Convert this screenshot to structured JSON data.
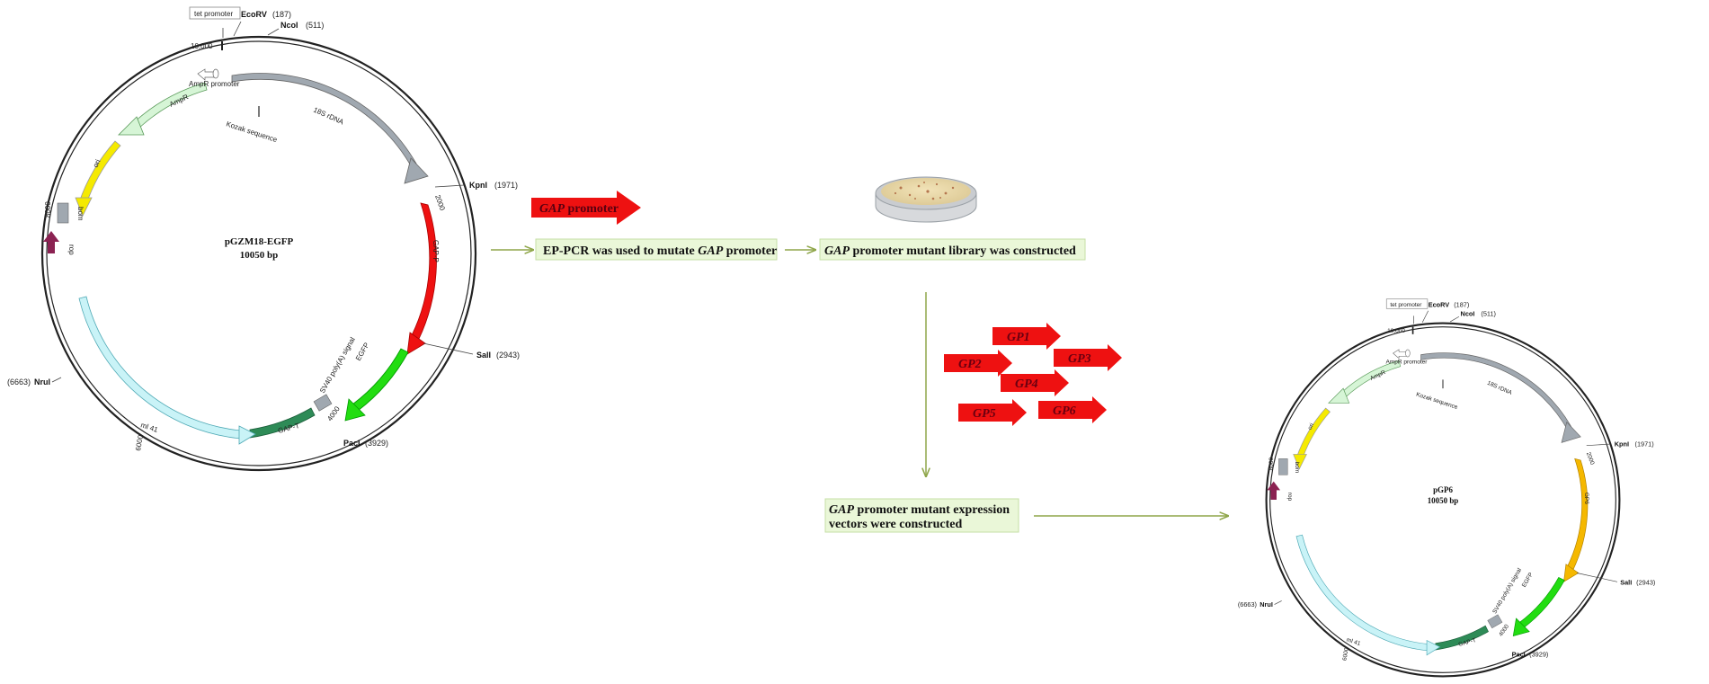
{
  "plasmid_1": {
    "name": "pGZM18-EGFP",
    "size": "10050 bp",
    "sites": {
      "ecorv": "EcoRV",
      "ecorv_pos": "(187)",
      "ncoi": "NcoI",
      "ncoi_pos": "(511)",
      "kpni": "KpnI",
      "kpni_pos": "(1971)",
      "sali": "SalI",
      "sali_pos": "(2943)",
      "paci": "PacI",
      "paci_pos": "(3929)",
      "nrui": "NruI",
      "nrui_pos": "(6663)"
    },
    "features": {
      "tet_promoter": "tet promoter",
      "tick_10000": "10,000",
      "ampr_promoter": "AmpR promoter",
      "ampr": "AmpR",
      "ori": "ori",
      "bom": "bom",
      "tick_8000": "8000",
      "rop": "rop",
      "kozak": "Kozak sequence",
      "rdna": "18S rDNA",
      "tick_2000": "2000",
      "promoter": "GAP-P",
      "egfp": "EGFP",
      "sv40": "SV40 poly(A) signal",
      "tick_4000": "4000",
      "gapt": "GAP-T",
      "tick_6000": "6000",
      "mi41": "ml 41"
    }
  },
  "plasmid_2": {
    "name": "pGP6",
    "size": "10050 bp",
    "sites": {
      "ecorv": "EcoRV",
      "ecorv_pos": "(187)",
      "ncoi": "NcoI",
      "ncoi_pos": "(511)",
      "kpni": "KpnI",
      "kpni_pos": "(1971)",
      "sali": "SalI",
      "sali_pos": "(2943)",
      "paci": "PacI",
      "paci_pos": "(3929)",
      "nrui": "NruI",
      "nrui_pos": "(6663)"
    },
    "features": {
      "tet_promoter": "tet promoter",
      "tick_10000": "10,000",
      "ampr_promoter": "AmpR promoter",
      "ampr": "AmpR",
      "ori": "ori",
      "bom": "bom",
      "tick_8000": "8000",
      "rop": "rop",
      "kozak": "Kozak sequence",
      "rdna": "18S rDNA",
      "tick_2000": "2000",
      "promoter": "GP6",
      "egfp": "EGFP",
      "sv40": "SV40 poly(A) signal",
      "tick_4000": "4000",
      "gapt": "GAP-T",
      "tick_6000": "6000",
      "mi41": "ml 41"
    }
  },
  "gap_arrow": {
    "italic": "GAP",
    "rest": " promoter"
  },
  "steps": {
    "step1": {
      "pre": "EP-PCR was used to mutate ",
      "italic": "GAP",
      "post": " promoter"
    },
    "step2": {
      "italic": "GAP",
      "post": " promoter mutant library was constructed"
    },
    "step3": {
      "italic": "GAP",
      "line1_post": " promoter mutant expression",
      "line2": "vectors were constructed"
    }
  },
  "mutants": [
    "GP1",
    "GP2",
    "GP3",
    "GP4",
    "GP5",
    "GP6"
  ],
  "colors": {
    "promoter_red": "#ee1111",
    "gp6_orange": "#f5b800",
    "egfp_green": "#22dd11",
    "gapt_teal": "#2e8b57",
    "mi41_cyan": "#c9f3f7",
    "ampr_green": "#d6f5d6",
    "ori_yellow": "#f5ea00",
    "rdna_gray": "#a0a8b0",
    "rop_purple": "#8b2252",
    "flow_arrow": "#8fa64a",
    "box_fill": "#eaf7d8"
  }
}
